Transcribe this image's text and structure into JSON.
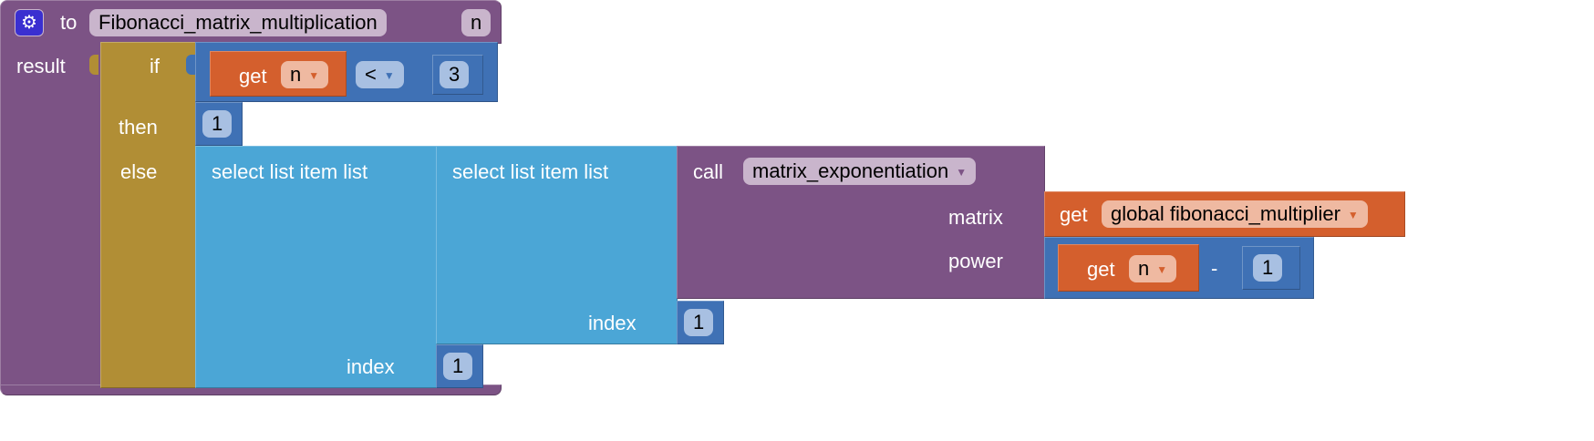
{
  "procedure": {
    "keyword": "to",
    "name": "Fibonacci_matrix_multiplication",
    "param": "n",
    "result_label": "result"
  },
  "if_block": {
    "if_label": "if",
    "then_label": "then",
    "else_label": "else"
  },
  "condition": {
    "get_label": "get",
    "var": "n",
    "operator": "<",
    "number": "3"
  },
  "then_value": "1",
  "outer_select": {
    "label": "select list item  list",
    "index_label": "index",
    "index_value": "1"
  },
  "inner_select": {
    "label": "select list item  list",
    "index_label": "index",
    "index_value": "1"
  },
  "call": {
    "label": "call",
    "procedure": "matrix_exponentiation",
    "matrix_label": "matrix",
    "power_label": "power"
  },
  "matrix_arg": {
    "get_label": "get",
    "var": "global fibonacci_multiplier"
  },
  "power_arg": {
    "get_label": "get",
    "var": "n",
    "operator": "-",
    "number": "1"
  },
  "colors": {
    "procedure": "#7c5385",
    "control": "#b18e35",
    "math": "#3f71b5",
    "lists": "#4ba6d6",
    "variables": "#d45f2d"
  }
}
